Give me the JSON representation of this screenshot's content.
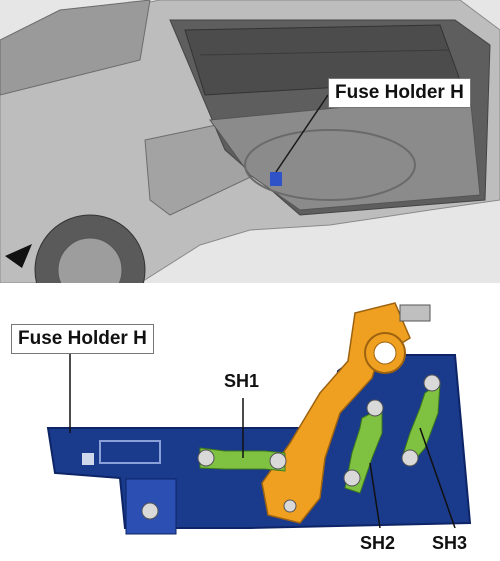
{
  "top_panel": {
    "callout_label": "Fuse Holder H"
  },
  "bottom_panel": {
    "callout_label": "Fuse Holder H",
    "fuse_labels": [
      "SH1",
      "SH2",
      "SH3"
    ]
  },
  "colors": {
    "holder_blue": "#1a3a8c",
    "clamp_orange": "#f0a020",
    "fuse_green": "#7fc241",
    "car_gray": "#c9c9c9"
  }
}
